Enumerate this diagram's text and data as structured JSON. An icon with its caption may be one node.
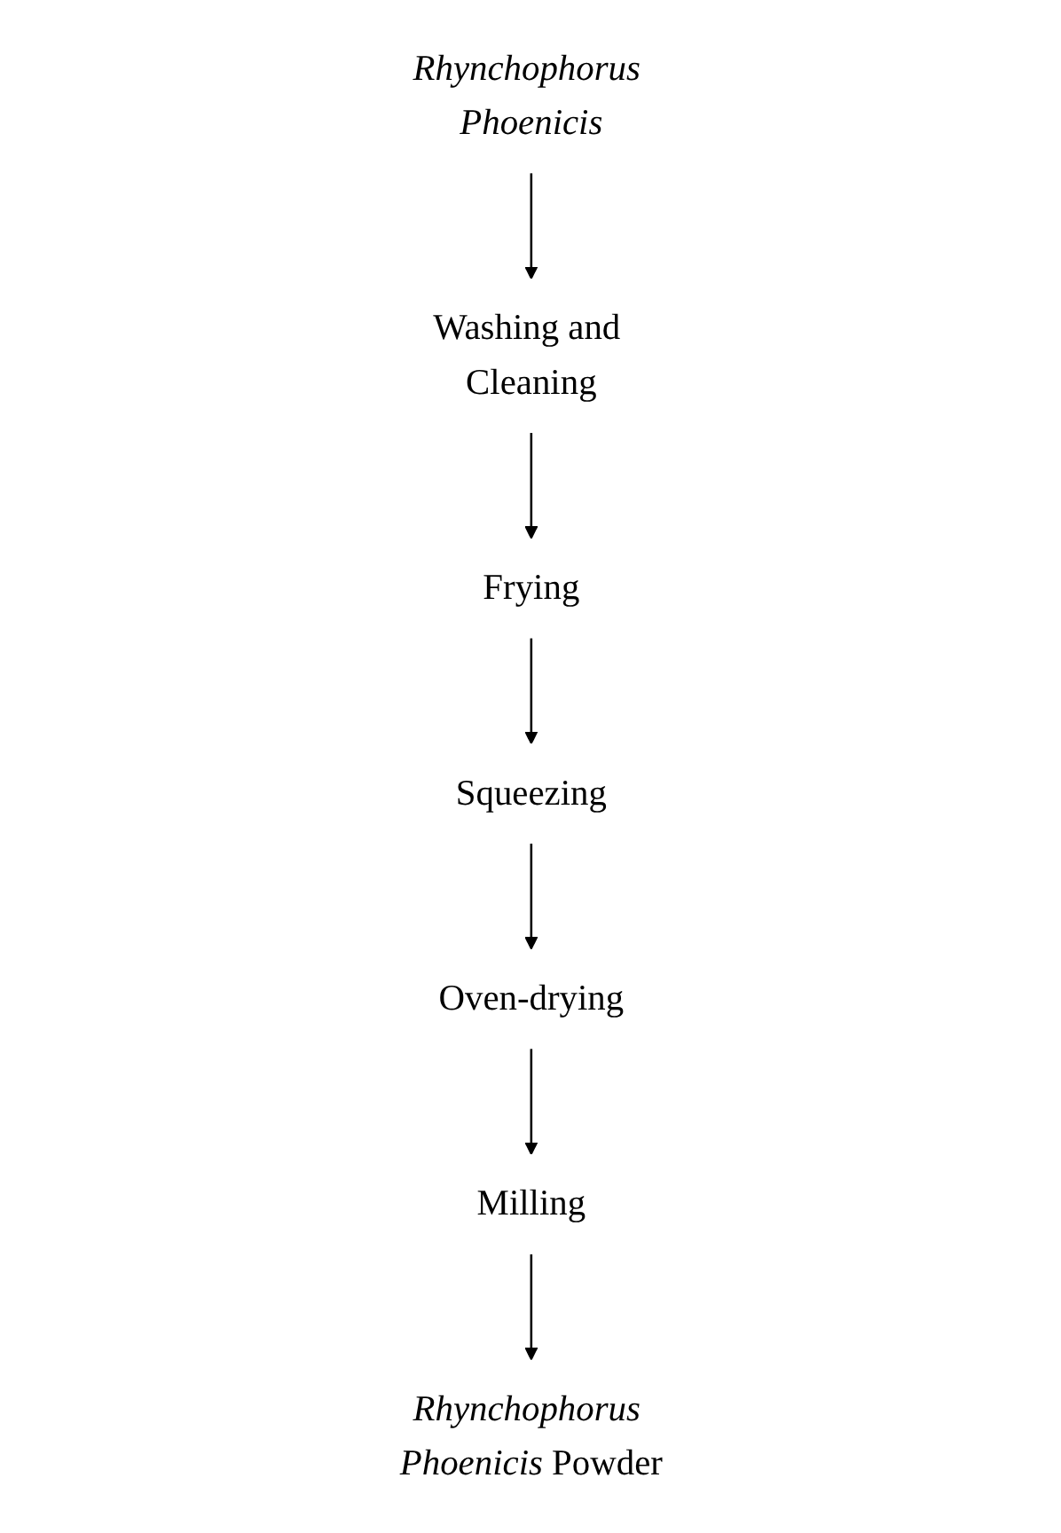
{
  "diagram": {
    "nodes": [
      {
        "text": [
          "*Rhynchophorus Phoenicis*"
        ]
      },
      {
        "text": [
          "Washing and Cleaning"
        ]
      },
      {
        "text": [
          "Frying"
        ]
      },
      {
        "text": [
          "Squeezing"
        ]
      },
      {
        "text": [
          "Oven-drying"
        ]
      },
      {
        "text": [
          "Milling"
        ]
      },
      {
        "text": [
          "*Rhynchophorus Phoenicis* Powder"
        ]
      }
    ],
    "edges": [
      {
        "from": 0,
        "to": 1,
        "arrow": "to"
      },
      {
        "from": 1,
        "to": 2,
        "arrow": "to"
      },
      {
        "from": 2,
        "to": 3,
        "arrow": "to"
      },
      {
        "from": 3,
        "to": 4,
        "arrow": "to"
      },
      {
        "from": 4,
        "to": 5,
        "arrow": "to"
      },
      {
        "from": 5,
        "to": 6,
        "arrow": "to"
      }
    ]
  }
}
